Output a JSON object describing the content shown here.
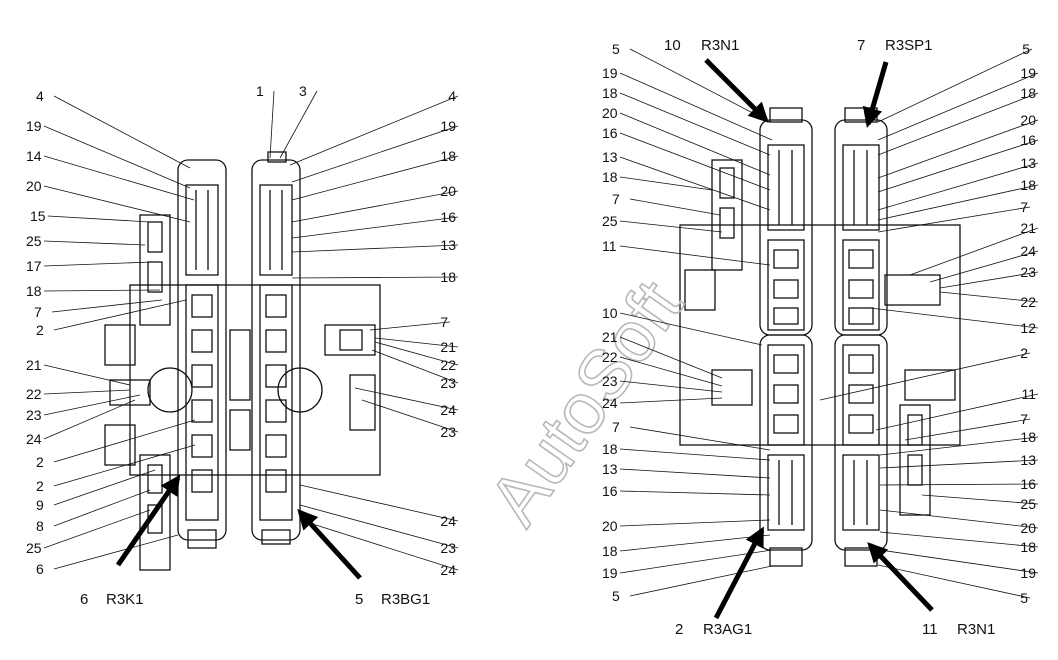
{
  "watermark": "AutoSoft",
  "left_view": {
    "labels_left": [
      "4",
      "19",
      "14",
      "20",
      "15",
      "25",
      "17",
      "18",
      "7",
      "2",
      "21",
      "22",
      "23",
      "24",
      "2",
      "2",
      "9",
      "8",
      "25",
      "6"
    ],
    "labels_top": [
      "1",
      "3"
    ],
    "labels_right": [
      "4",
      "19",
      "18",
      "20",
      "16",
      "13",
      "18",
      "7",
      "21",
      "22",
      "23",
      "24",
      "23",
      "24",
      "23",
      "24"
    ],
    "captions": [
      {
        "num": "6",
        "code": "R3K1"
      },
      {
        "num": "5",
        "code": "R3BG1"
      }
    ]
  },
  "right_view": {
    "labels_left": [
      "5",
      "19",
      "18",
      "20",
      "16",
      "13",
      "18",
      "7",
      "25",
      "11",
      "10",
      "21",
      "22",
      "23",
      "24",
      "7",
      "18",
      "13",
      "16",
      "20",
      "18",
      "19",
      "5"
    ],
    "labels_right": [
      "5",
      "19",
      "18",
      "20",
      "16",
      "13",
      "18",
      "7",
      "21",
      "24",
      "23",
      "22",
      "12",
      "2",
      "11",
      "7",
      "18",
      "13",
      "16",
      "25",
      "20",
      "18",
      "19",
      "5"
    ],
    "captions_top": [
      {
        "num": "10",
        "code": "R3N1"
      },
      {
        "num": "7",
        "code": "R3SP1"
      }
    ],
    "captions_bottom": [
      {
        "num": "2",
        "code": "R3AG1"
      },
      {
        "num": "11",
        "code": "R3N1"
      }
    ]
  }
}
